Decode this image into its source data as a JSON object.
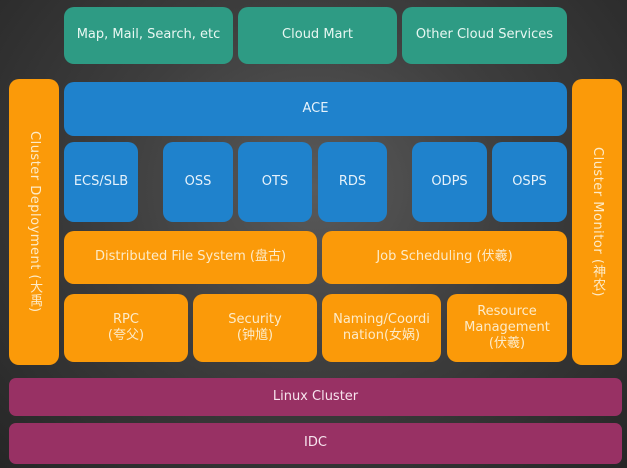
{
  "diagram": {
    "top_row": [
      {
        "label": "Map, Mail, Search, etc"
      },
      {
        "label": "Cloud Mart"
      },
      {
        "label": "Other Cloud Services"
      }
    ],
    "ace": {
      "label": "ACE"
    },
    "services": [
      {
        "label": "ECS/SLB"
      },
      {
        "label": "OSS"
      },
      {
        "label": "OTS"
      },
      {
        "label": "RDS"
      },
      {
        "label": "ODPS"
      },
      {
        "label": "OSPS"
      }
    ],
    "core": [
      {
        "label": "Distributed File System (盘古)"
      },
      {
        "label": "Job Scheduling (伏羲)"
      }
    ],
    "base_modules": [
      {
        "line1": "RPC",
        "line2": "(夸父)"
      },
      {
        "line1": "Security",
        "line2": "(钟馗)"
      },
      {
        "line1": "Naming/Coordi",
        "line2": "nation(女娲)"
      },
      {
        "line1": "Resource",
        "line2": "Management",
        "line3": "(伏羲)"
      }
    ],
    "left_side": {
      "label": "Cluster Deployment (大禹)"
    },
    "right_side": {
      "label": "Cluster Monitor (神农)"
    },
    "linux_cluster": {
      "label": "Linux Cluster"
    },
    "idc": {
      "label": "IDC"
    },
    "colors": {
      "teal": "#2e9b84",
      "blue": "#1f82cc",
      "orange": "#fb9a09",
      "purple": "#983164"
    }
  }
}
